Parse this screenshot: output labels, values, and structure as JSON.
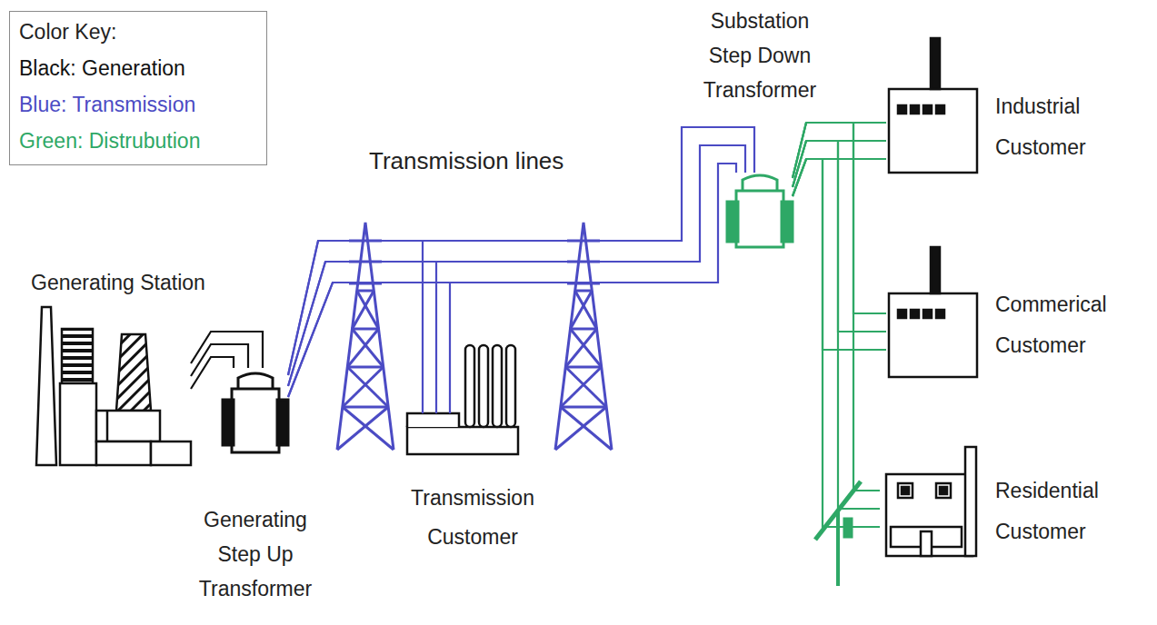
{
  "diagram": {
    "nodes": [
      {
        "text": [
          "Generating Station"
        ]
      },
      {
        "text": [
          "Generating Step Up Transformer"
        ]
      },
      {
        "text": [
          "Transmission Customer"
        ]
      },
      {
        "text": [
          "Substation Step Down Transformer"
        ]
      },
      {
        "text": [
          "Industrial Customer"
        ]
      },
      {
        "text": [
          "Commerical Customer"
        ]
      },
      {
        "text": [
          "Residential Customer"
        ]
      }
    ],
    "edges": [
      {
        "from": 0,
        "to": 1,
        "arrow": "none"
      },
      {
        "from": 1,
        "to": 3,
        "label": "Transmission lines",
        "arrow": "none"
      },
      {
        "from": 1,
        "to": 2,
        "arrow": "none"
      },
      {
        "from": 3,
        "to": 4,
        "arrow": "none"
      },
      {
        "from": 3,
        "to": 5,
        "arrow": "none"
      },
      {
        "from": 3,
        "to": 6,
        "arrow": "none"
      }
    ],
    "labels": [
      "Color Key:"
    ],
    "legend": [
      {
        "text": "Black: Generation",
        "color": "#111111"
      },
      {
        "text": "Blue: Transmission",
        "color": "#4b4bc4"
      },
      {
        "text": "Green: Distrubution",
        "color": "#2ea866"
      }
    ]
  }
}
